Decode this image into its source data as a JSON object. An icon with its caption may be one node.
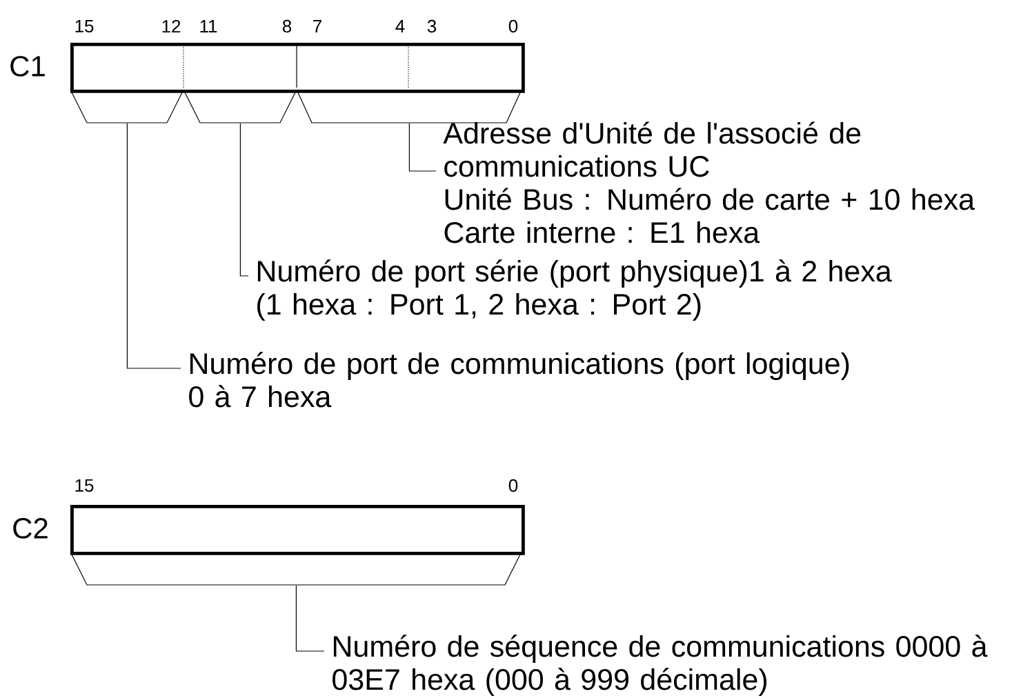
{
  "diagram": {
    "nodes": [
      {
        "text": [],
        "shape": "box",
        "beside": [
          "C1"
        ]
      },
      {
        "text": [],
        "shape": "trapezoid"
      },
      {
        "text": [],
        "shape": "trapezoid"
      },
      {
        "text": [],
        "shape": "trapezoid"
      },
      {
        "text": [
          "Adresse d'Unité de l'associé de communications UC",
          "Unité Bus : Numéro de carte + 10 hexa",
          "Carte interne : E1 hexa"
        ]
      },
      {
        "text": [
          "Numéro de port série (port physique)1 à 2 hexa",
          "(1 hexa : Port 1, 2 hexa : Port 2)"
        ]
      },
      {
        "text": [
          "Numéro de port de communications (port logique)",
          "0 à 7 hexa"
        ]
      },
      {
        "text": [],
        "shape": "box",
        "beside": [
          "C2"
        ]
      },
      {
        "text": [],
        "shape": "trapezoid"
      },
      {
        "text": [
          "Numéro de séquence de communications 0000 à 03E7 hexa (000 à 999 décimale)"
        ]
      }
    ],
    "edges": [
      {
        "from": 4,
        "to": 3,
        "arrow": "none"
      },
      {
        "from": 5,
        "to": 2,
        "arrow": "none"
      },
      {
        "from": 6,
        "to": 1,
        "arrow": "none"
      },
      {
        "from": 9,
        "to": 8,
        "arrow": "none"
      }
    ],
    "labels": [
      "15",
      "12",
      "11",
      "8",
      "7",
      "4",
      "3",
      "0",
      "15",
      "0"
    ]
  }
}
